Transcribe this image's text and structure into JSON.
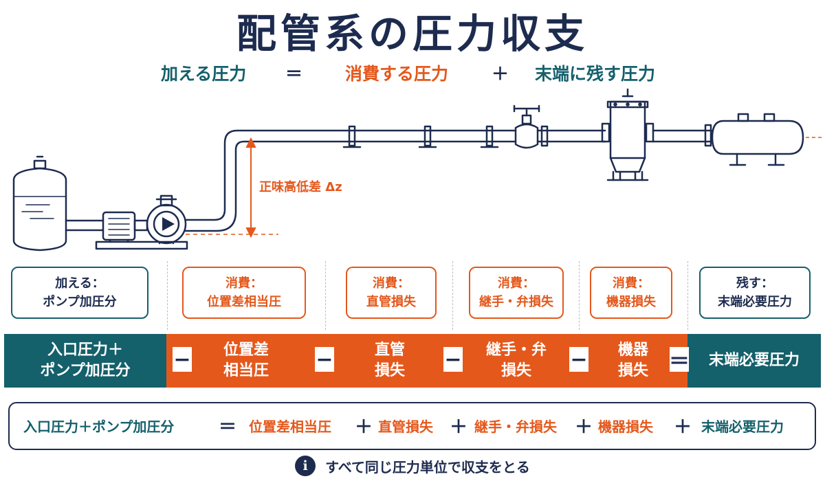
{
  "title": "配管系の圧力収支",
  "subtitle": {
    "supplied": "加える圧力",
    "eq": "＝",
    "consumed": "消費する圧力",
    "plus": "＋",
    "remaining": "末端に残す圧力"
  },
  "diagram": {
    "elevation_label": "正味高低差 Δz"
  },
  "categories": [
    {
      "line1": "加える：",
      "line2": "ポンプ加圧分",
      "style": "teal"
    },
    {
      "line1": "消費：",
      "line2": "位置差相当圧",
      "style": "orange"
    },
    {
      "line1": "消費：",
      "line2": "直管損失",
      "style": "orange"
    },
    {
      "line1": "消費：",
      "line2": "継手・弁損失",
      "style": "orange"
    },
    {
      "line1": "消費：",
      "line2": "機器損失",
      "style": "orange"
    },
    {
      "line1": "残す：",
      "line2": "末端必要圧力",
      "style": "teal"
    }
  ],
  "bar": {
    "segments": [
      {
        "line1": "入口圧力＋",
        "line2": "ポンプ加圧分"
      },
      {
        "line1": "位置差",
        "line2": "相当圧"
      },
      {
        "line1": "直管",
        "line2": "損失"
      },
      {
        "line1": "継手・弁",
        "line2": "損失"
      },
      {
        "line1": "機器",
        "line2": "損失"
      },
      {
        "line1": "末端必要圧力",
        "line2": ""
      }
    ],
    "operators": [
      "−",
      "−",
      "−",
      "−",
      "＝"
    ]
  },
  "equation": {
    "lhs": "入口圧力＋ポンプ加圧分",
    "eq": "＝",
    "terms": [
      "位置差相当圧",
      "直管損失",
      "継手・弁損失",
      "機器損失",
      "末端必要圧力"
    ],
    "plus": "＋"
  },
  "note": {
    "icon": "info-icon",
    "glyph": "i",
    "text": "すべて同じ圧力単位で収支をとる"
  },
  "colors": {
    "navy": "#1d2b4f",
    "teal": "#14606b",
    "orange": "#e4581c"
  }
}
